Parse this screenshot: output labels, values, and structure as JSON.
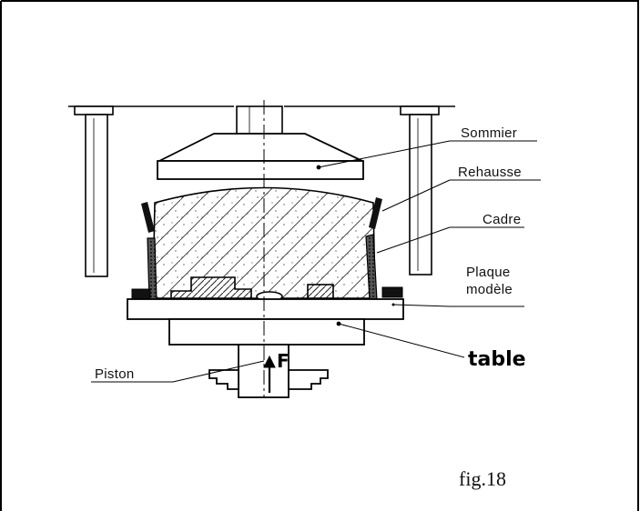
{
  "labels": {
    "sommier": "Sommier",
    "rehausse": "Rehausse",
    "cadre": "Cadre",
    "plaque_line1": "Plaque",
    "plaque_line2": "modèle",
    "table": "table",
    "piston": "Piston",
    "force": "F"
  },
  "caption": "fig.18"
}
